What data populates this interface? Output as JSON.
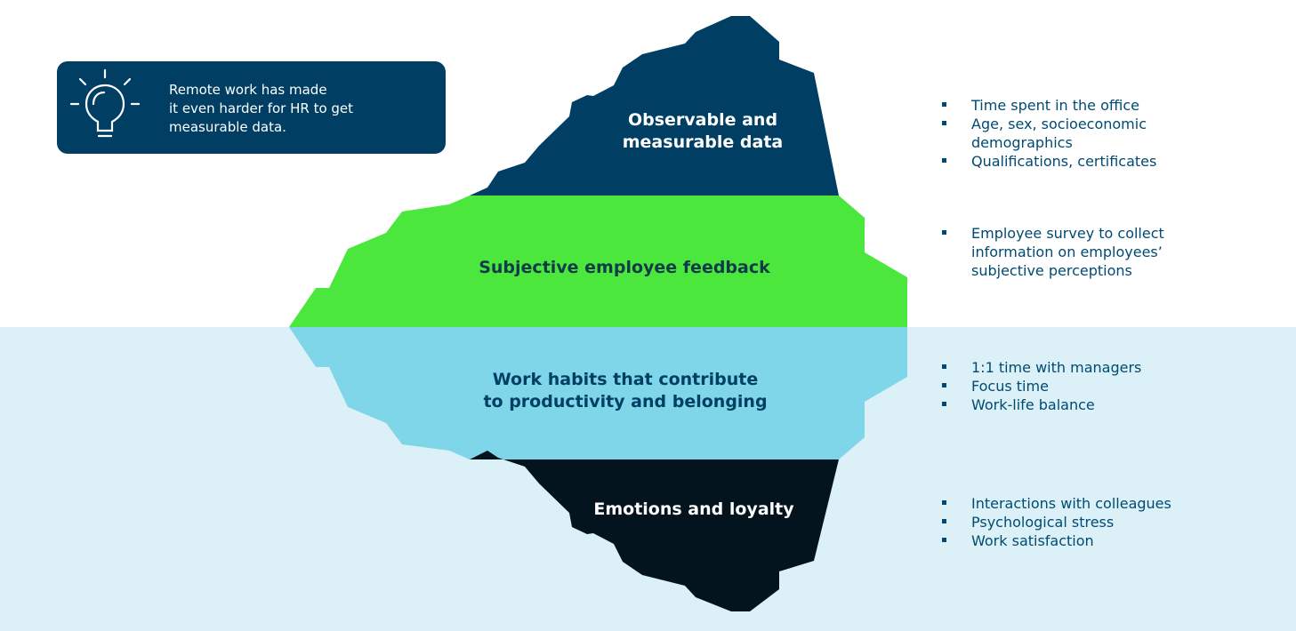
{
  "callout": {
    "text": "Remote work has made\nit even harder for HR to get\nmeasurable data.",
    "icon": "lightbulb-icon"
  },
  "layers": [
    {
      "label": "Observable and\nmeasurable data",
      "color": "#003f63",
      "text_color": "#ffffff",
      "items": [
        "Time spent in the office",
        "Age, sex, socioeconomic demographics",
        "Qualifications, certificates"
      ]
    },
    {
      "label": "Subjective employee feedback",
      "color": "#4ce73c",
      "text_color": "#0f3a4a",
      "items": [
        "Employee survey to collect information on employees’ subjective perceptions"
      ]
    },
    {
      "label": "Work habits that contribute\nto productivity and belonging",
      "color": "#7fd6e8",
      "text_color": "#003f63",
      "items": [
        "1:1 time with managers",
        "Focus time",
        "Work-life balance"
      ]
    },
    {
      "label": "Emotions and loyalty",
      "color": "#03141f",
      "text_color": "#ffffff",
      "items": [
        "Interactions with colleagues",
        "Psychological stress",
        "Work satisfaction"
      ]
    }
  ],
  "colors": {
    "water": "#dbf1f7",
    "bullet": "#004a73"
  }
}
